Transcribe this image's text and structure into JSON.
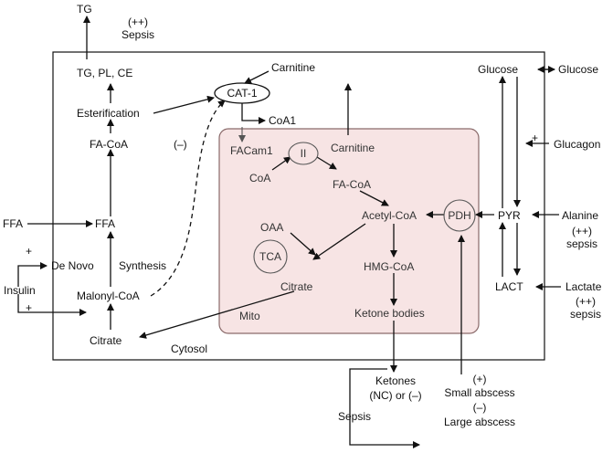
{
  "labels": {
    "tg_top": "TG",
    "sepsis_top_1": "(++)",
    "sepsis_top_2": "Sepsis",
    "tg_pl_ce": "TG, PL, CE",
    "esterification": "Esterification",
    "fa_coa_left": "FA-CoA",
    "minus": "(–)",
    "ffa_out": "FFA",
    "ffa_in": "FFA",
    "plus_1": "+",
    "de_novo": "De Novo",
    "synthesis": "Synthesis",
    "insulin": "Insulin",
    "plus_2": "+",
    "malonyl_coa": "Malonyl-CoA",
    "citrate_cytosol": "Citrate",
    "cytosol": "Cytosol",
    "carnitine_top": "Carnitine",
    "cat1": "CAT-1",
    "coa1": "CoA1",
    "facam1": "FACam1",
    "ii": "II",
    "coa": "CoA",
    "carnitine_mito": "Carnitine",
    "fa_coa_mito": "FA-CoA",
    "oaa": "OAA",
    "tca": "TCA",
    "citrate_mito": "Citrate",
    "mito": "Mito",
    "acetyl_coa": "Acetyl-CoA",
    "hmg_coa": "HMG-CoA",
    "ketone_bodies": "Ketone bodies",
    "pdh": "PDH",
    "glucose_in": "Glucose",
    "glucose_out": "Glucose",
    "glucagon_plus": "+",
    "glucagon": "Glucagon",
    "pyr": "PYR",
    "alanine": "Alanine",
    "alanine_sepsis_1": "(++)",
    "alanine_sepsis_2": "sepsis",
    "lact": "LACT",
    "lactate": "Lactate",
    "lactate_sepsis_1": "(++)",
    "lactate_sepsis_2": "sepsis",
    "ketones_1": "Ketones",
    "ketones_2": "(NC) or (–)",
    "sepsis_bottom": "Sepsis",
    "abscess_1": "(+)",
    "abscess_2": "Small abscess",
    "abscess_3": "(–)",
    "abscess_4": "Large abscess"
  },
  "colors": {
    "mito_fill": "#f7e4e4",
    "mito_stroke": "#8a6a6a",
    "line": "#111111"
  }
}
